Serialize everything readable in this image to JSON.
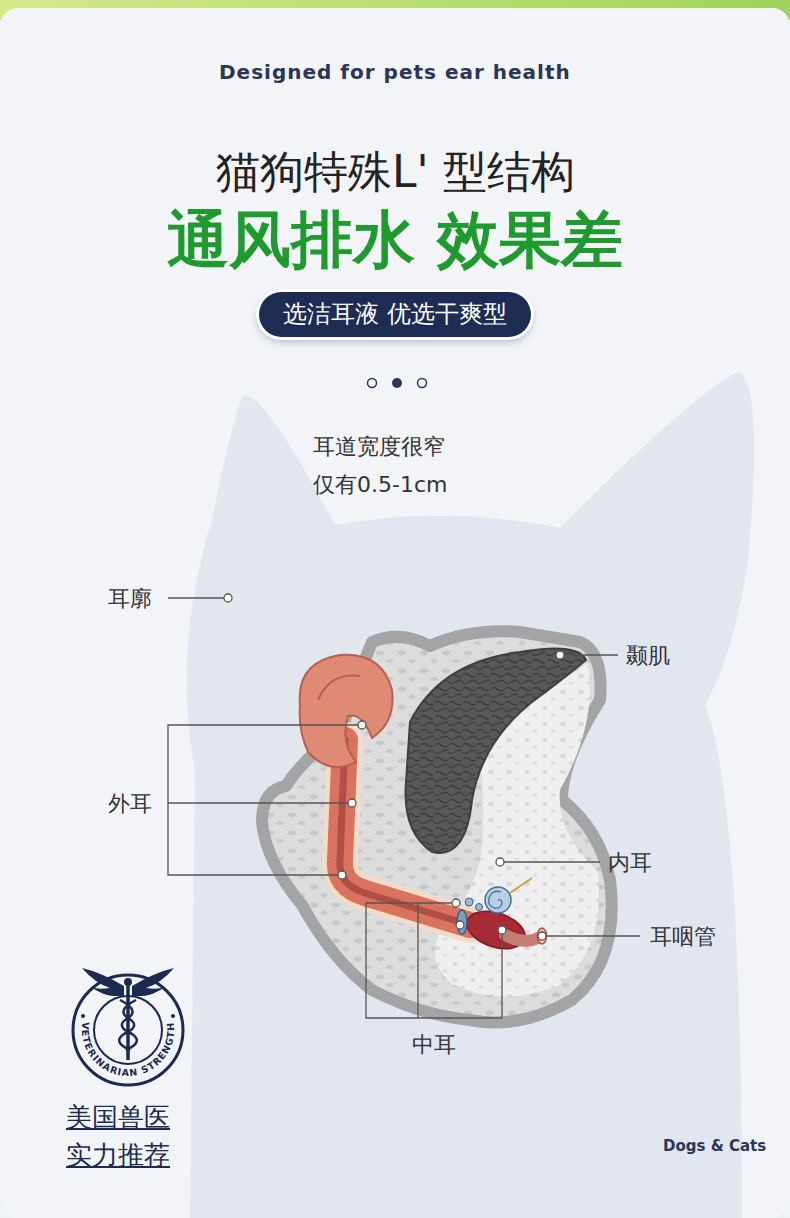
{
  "diagram": {
    "title": "猫狗特殊L' 型结构",
    "nodes": [
      {
        "text": [
          "选洁耳液 优选干爽型"
        ]
      }
    ],
    "labels": [
      "Designed for pets ear health",
      "通风排水 效果差",
      "耳道宽度很窄 仅有0.5-1cm",
      "耳廓",
      "颞肌",
      "外耳",
      "内耳",
      "耳咽管",
      "中耳",
      "VETERINARIAN STRENGTH",
      "美国兽医 实力推荐",
      "Dogs & Cats"
    ]
  }
}
